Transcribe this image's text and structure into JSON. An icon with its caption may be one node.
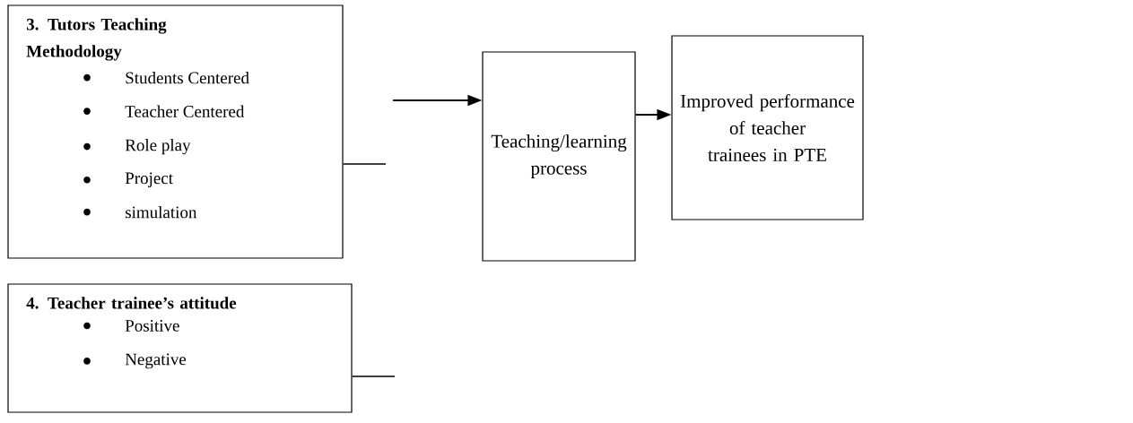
{
  "diagram": {
    "nodes": [
      {
        "text": [
          "3. Tutors Teaching Methodology",
          "Students Centered",
          "Teacher Centered",
          "Role play",
          "Project",
          "simulation"
        ]
      },
      {
        "text": [
          "Teaching/learning process"
        ]
      },
      {
        "text": [
          "Improved performance of teacher trainees in PTE"
        ]
      },
      {
        "text": [
          "4. Teacher trainee’s attitude",
          "Positive",
          "Negative"
        ]
      }
    ],
    "edges": [
      {
        "from": 0,
        "to": null,
        "arrow": "none"
      },
      {
        "from": null,
        "to": 1,
        "arrow": "to"
      },
      {
        "from": 1,
        "to": 2,
        "arrow": "to"
      },
      {
        "from": 3,
        "to": null,
        "arrow": "none"
      }
    ]
  }
}
